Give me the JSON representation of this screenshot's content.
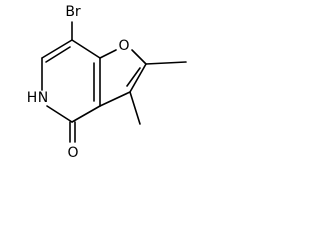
{
  "molecule": {
    "atom_labels": {
      "bromine": "Br",
      "ring_oxygen": "O",
      "nitrogen_h": "H",
      "nitrogen": "N",
      "carbonyl_oxygen": "O"
    },
    "bond_color": "#000000",
    "label_color": "#000000"
  }
}
